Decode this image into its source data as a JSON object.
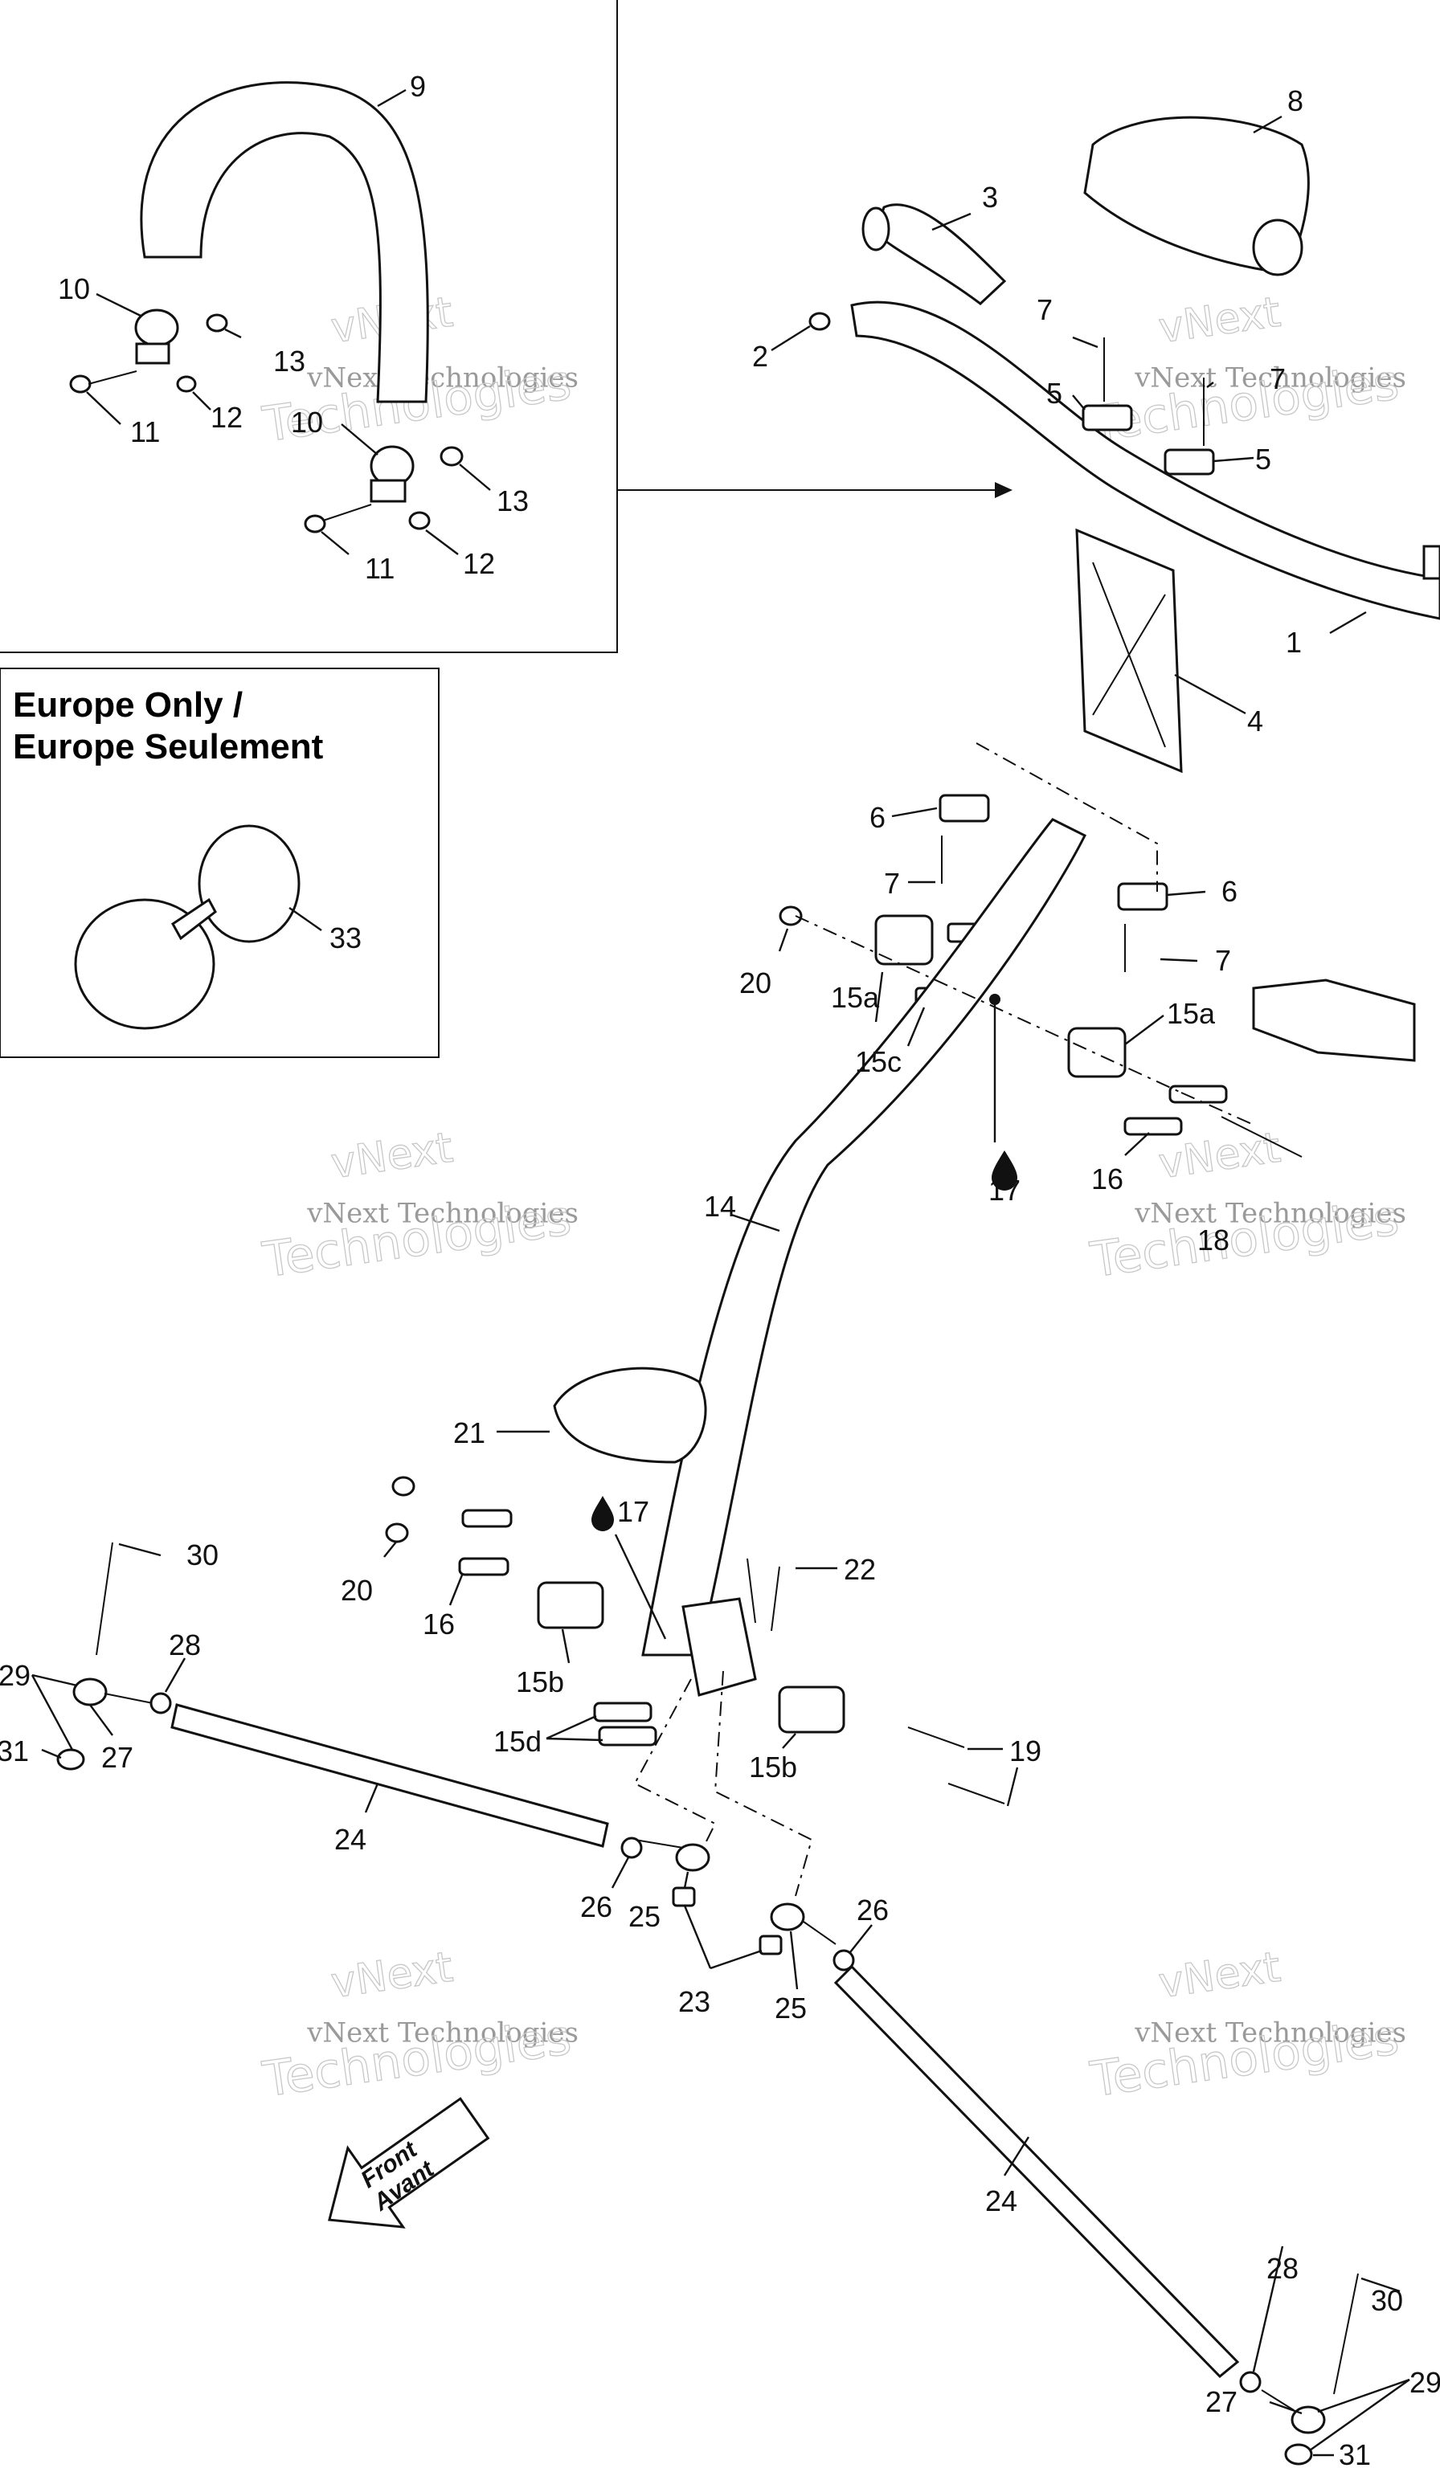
{
  "panels": {
    "europe_title_line1": "Europe Only /",
    "europe_title_line2": "Europe Seulement"
  },
  "watermark": {
    "top": "vNext",
    "middle": "vNext Technologies",
    "bottom": "Technologies"
  },
  "front_arrow": {
    "line1": "Front",
    "line2": "Avant"
  },
  "callouts": [
    {
      "id": "c9",
      "text": "9"
    },
    {
      "id": "c10a",
      "text": "10"
    },
    {
      "id": "c13a",
      "text": "13"
    },
    {
      "id": "c12a",
      "text": "12"
    },
    {
      "id": "c11a",
      "text": "11"
    },
    {
      "id": "c10b",
      "text": "10"
    },
    {
      "id": "c13b",
      "text": "13"
    },
    {
      "id": "c11b",
      "text": "11"
    },
    {
      "id": "c12b",
      "text": "12"
    },
    {
      "id": "c33",
      "text": "33"
    },
    {
      "id": "c8",
      "text": "8"
    },
    {
      "id": "c3",
      "text": "3"
    },
    {
      "id": "c2",
      "text": "2"
    },
    {
      "id": "c7a",
      "text": "7"
    },
    {
      "id": "c7b",
      "text": "7"
    },
    {
      "id": "c5a",
      "text": "5"
    },
    {
      "id": "c5b",
      "text": "5"
    },
    {
      "id": "c1",
      "text": "1"
    },
    {
      "id": "c4",
      "text": "4"
    },
    {
      "id": "c6a",
      "text": "6"
    },
    {
      "id": "c7c",
      "text": "7"
    },
    {
      "id": "c6b",
      "text": "6"
    },
    {
      "id": "c7d",
      "text": "7"
    },
    {
      "id": "c20a",
      "text": "20"
    },
    {
      "id": "c15a1",
      "text": "15a"
    },
    {
      "id": "c15c",
      "text": "15c"
    },
    {
      "id": "c15a2",
      "text": "15a"
    },
    {
      "id": "c17a",
      "text": "17"
    },
    {
      "id": "c16a",
      "text": "16"
    },
    {
      "id": "c18",
      "text": "18"
    },
    {
      "id": "c14",
      "text": "14"
    },
    {
      "id": "c21",
      "text": "21"
    },
    {
      "id": "c17b",
      "text": "17"
    },
    {
      "id": "c22",
      "text": "22"
    },
    {
      "id": "c30a",
      "text": "30"
    },
    {
      "id": "c28a",
      "text": "28"
    },
    {
      "id": "c29a",
      "text": "29"
    },
    {
      "id": "c20b",
      "text": "20"
    },
    {
      "id": "c16b",
      "text": "16"
    },
    {
      "id": "c15b1",
      "text": "15b"
    },
    {
      "id": "c15d",
      "text": "15d"
    },
    {
      "id": "c31a",
      "text": "31"
    },
    {
      "id": "c27a",
      "text": "27"
    },
    {
      "id": "c15b2",
      "text": "15b"
    },
    {
      "id": "c19",
      "text": "19"
    },
    {
      "id": "c24a",
      "text": "24"
    },
    {
      "id": "c26a",
      "text": "26"
    },
    {
      "id": "c25a",
      "text": "25"
    },
    {
      "id": "c26b",
      "text": "26"
    },
    {
      "id": "c23",
      "text": "23"
    },
    {
      "id": "c25b",
      "text": "25"
    },
    {
      "id": "c24b",
      "text": "24"
    },
    {
      "id": "c28b",
      "text": "28"
    },
    {
      "id": "c30b",
      "text": "30"
    },
    {
      "id": "c29b",
      "text": "29"
    },
    {
      "id": "c27b",
      "text": "27"
    },
    {
      "id": "c31b",
      "text": "31"
    }
  ]
}
